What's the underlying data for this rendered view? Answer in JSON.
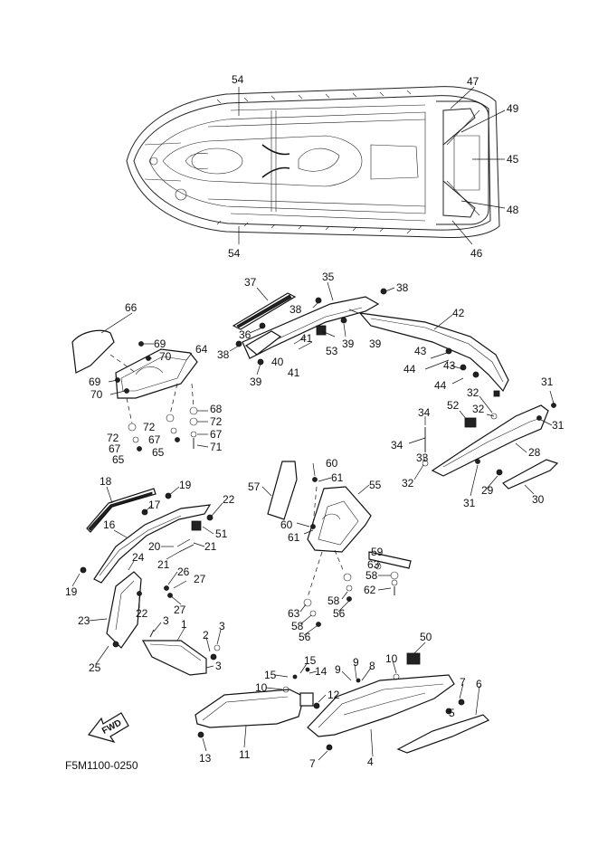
{
  "diagram_code": "F5M1100-0250",
  "fwd_label": "FWD",
  "callouts": [
    {
      "id": "c54a",
      "text": "54"
    },
    {
      "id": "c47",
      "text": "47"
    },
    {
      "id": "c49",
      "text": "49"
    },
    {
      "id": "c45",
      "text": "45"
    },
    {
      "id": "c48",
      "text": "48"
    },
    {
      "id": "c54b",
      "text": "54"
    },
    {
      "id": "c46",
      "text": "46"
    },
    {
      "id": "c37",
      "text": "37"
    },
    {
      "id": "c35",
      "text": "35"
    },
    {
      "id": "c38a",
      "text": "38"
    },
    {
      "id": "c38b",
      "text": "38"
    },
    {
      "id": "c36",
      "text": "36"
    },
    {
      "id": "c38c",
      "text": "38"
    },
    {
      "id": "c39a",
      "text": "39"
    },
    {
      "id": "c39b",
      "text": "39"
    },
    {
      "id": "c39c",
      "text": "39"
    },
    {
      "id": "c40",
      "text": "40"
    },
    {
      "id": "c41a",
      "text": "41"
    },
    {
      "id": "c41b",
      "text": "41"
    },
    {
      "id": "c53",
      "text": "53"
    },
    {
      "id": "c42",
      "text": "42"
    },
    {
      "id": "c43a",
      "text": "43"
    },
    {
      "id": "c43b",
      "text": "43"
    },
    {
      "id": "c44a",
      "text": "44"
    },
    {
      "id": "c44b",
      "text": "44"
    },
    {
      "id": "c66",
      "text": "66"
    },
    {
      "id": "c69a",
      "text": "69"
    },
    {
      "id": "c70a",
      "text": "70"
    },
    {
      "id": "c64",
      "text": "64"
    },
    {
      "id": "c69b",
      "text": "69"
    },
    {
      "id": "c70b",
      "text": "70"
    },
    {
      "id": "c68",
      "text": "68"
    },
    {
      "id": "c72a",
      "text": "72"
    },
    {
      "id": "c72b",
      "text": "72"
    },
    {
      "id": "c72c",
      "text": "72"
    },
    {
      "id": "c67a",
      "text": "67"
    },
    {
      "id": "c67b",
      "text": "67"
    },
    {
      "id": "c67c",
      "text": "67"
    },
    {
      "id": "c65a",
      "text": "65"
    },
    {
      "id": "c65b",
      "text": "65"
    },
    {
      "id": "c71",
      "text": "71"
    },
    {
      "id": "c31a",
      "text": "31"
    },
    {
      "id": "c32a",
      "text": "32"
    },
    {
      "id": "c52",
      "text": "52"
    },
    {
      "id": "c32b",
      "text": "32"
    },
    {
      "id": "c31b",
      "text": "31"
    },
    {
      "id": "c34a",
      "text": "34"
    },
    {
      "id": "c34b",
      "text": "34"
    },
    {
      "id": "c33",
      "text": "33"
    },
    {
      "id": "c28",
      "text": "28"
    },
    {
      "id": "c32c",
      "text": "32"
    },
    {
      "id": "c29",
      "text": "29"
    },
    {
      "id": "c31c",
      "text": "31"
    },
    {
      "id": "c30",
      "text": "30"
    },
    {
      "id": "c18",
      "text": "18"
    },
    {
      "id": "c19a",
      "text": "19"
    },
    {
      "id": "c17",
      "text": "17"
    },
    {
      "id": "c22a",
      "text": "22"
    },
    {
      "id": "c16",
      "text": "16"
    },
    {
      "id": "c51",
      "text": "51"
    },
    {
      "id": "c20",
      "text": "20"
    },
    {
      "id": "c21a",
      "text": "21"
    },
    {
      "id": "c21b",
      "text": "21"
    },
    {
      "id": "c24",
      "text": "24"
    },
    {
      "id": "c19b",
      "text": "19"
    },
    {
      "id": "c26",
      "text": "26"
    },
    {
      "id": "c27a",
      "text": "27"
    },
    {
      "id": "c27b",
      "text": "27"
    },
    {
      "id": "c22b",
      "text": "22"
    },
    {
      "id": "c23",
      "text": "23"
    },
    {
      "id": "c3a",
      "text": "3"
    },
    {
      "id": "c1",
      "text": "1"
    },
    {
      "id": "c2",
      "text": "2"
    },
    {
      "id": "c3b",
      "text": "3"
    },
    {
      "id": "c3c",
      "text": "3"
    },
    {
      "id": "c25",
      "text": "25"
    },
    {
      "id": "c57",
      "text": "57"
    },
    {
      "id": "c60a",
      "text": "60"
    },
    {
      "id": "c61a",
      "text": "61"
    },
    {
      "id": "c55",
      "text": "55"
    },
    {
      "id": "c60b",
      "text": "60"
    },
    {
      "id": "c61b",
      "text": "61"
    },
    {
      "id": "c59",
      "text": "59"
    },
    {
      "id": "c63a",
      "text": "63"
    },
    {
      "id": "c58a",
      "text": "58"
    },
    {
      "id": "c62",
      "text": "62"
    },
    {
      "id": "c63b",
      "text": "63"
    },
    {
      "id": "c58b",
      "text": "58"
    },
    {
      "id": "c56a",
      "text": "56"
    },
    {
      "id": "c58c",
      "text": "58"
    },
    {
      "id": "c56b",
      "text": "56"
    },
    {
      "id": "c50",
      "text": "50"
    },
    {
      "id": "c15a",
      "text": "15"
    },
    {
      "id": "c14",
      "text": "14"
    },
    {
      "id": "c15b",
      "text": "15"
    },
    {
      "id": "c9a",
      "text": "9"
    },
    {
      "id": "c9b",
      "text": "9"
    },
    {
      "id": "c8",
      "text": "8"
    },
    {
      "id": "c10a",
      "text": "10"
    },
    {
      "id": "c10b",
      "text": "10"
    },
    {
      "id": "c12",
      "text": "12"
    },
    {
      "id": "c7a",
      "text": "7"
    },
    {
      "id": "c6",
      "text": "6"
    },
    {
      "id": "c5",
      "text": "5"
    },
    {
      "id": "c11",
      "text": "11"
    },
    {
      "id": "c13",
      "text": "13"
    },
    {
      "id": "c4",
      "text": "4"
    },
    {
      "id": "c7b",
      "text": "7"
    }
  ]
}
